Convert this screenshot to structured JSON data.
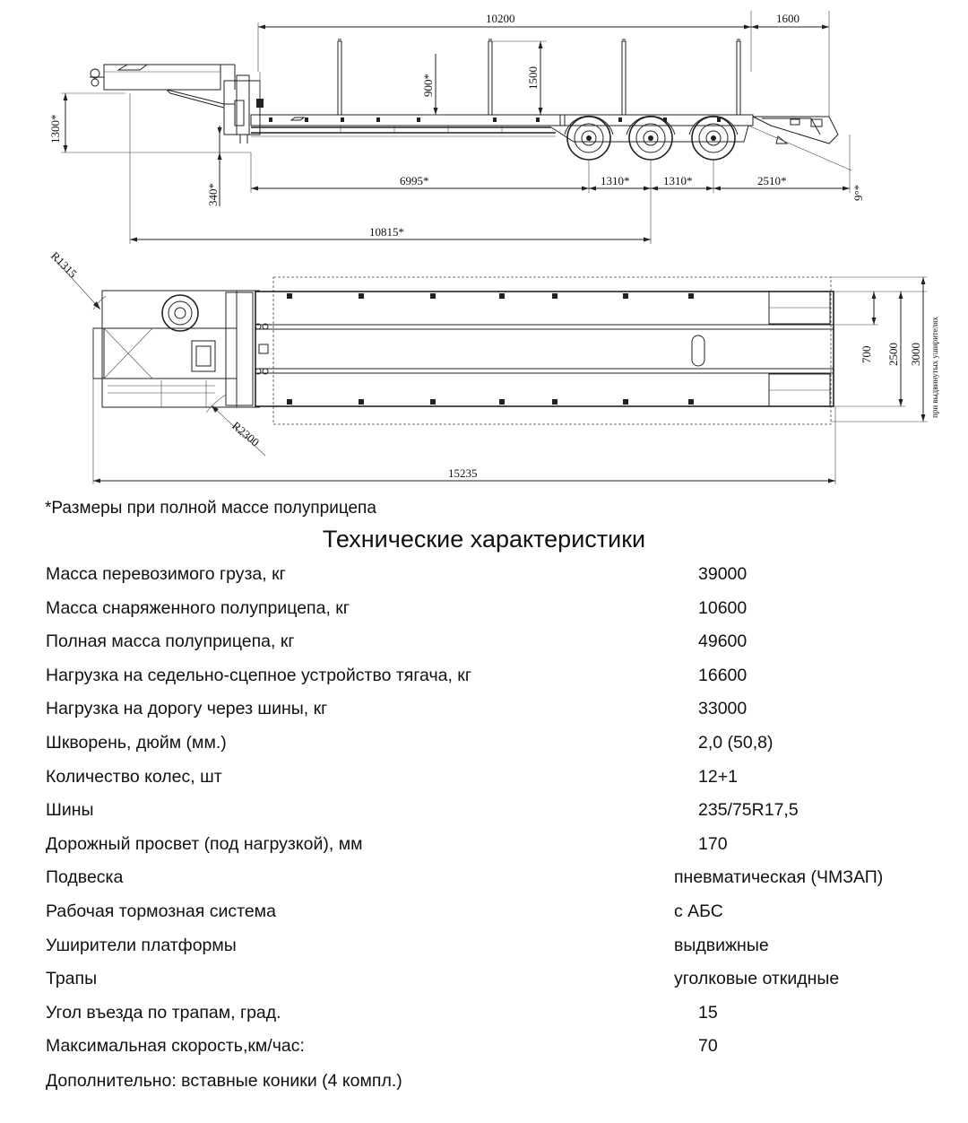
{
  "drawing": {
    "side_view": {
      "dim_overall_platform": "10200",
      "dim_rear_overhang_top": "1600",
      "dim_height_total": "1300*",
      "dim_stake_900": "900*",
      "dim_stake_1500": "1500",
      "dim_deck_height": "340*",
      "dim_deck_length": "6995*",
      "dim_axle_spacing_1": "1310*",
      "dim_axle_spacing_2": "1310*",
      "dim_rear_overhang": "2510*",
      "dim_ramp_angle": "9°*",
      "dim_kingpin_to_axle": "10815*"
    },
    "top_view": {
      "dim_front_radius": "R1315",
      "dim_swing_radius": "R2300",
      "dim_overall_length": "15235",
      "dim_width_700": "700",
      "dim_width_2500": "2500",
      "dim_width_3000": "3000",
      "note_extended_wideners": "при выдвинутых уширителях"
    }
  },
  "note": "*Размеры при полной массе полуприцепа",
  "specs_title": "Технические характеристики",
  "specs": [
    {
      "label": "Масса перевозимого груза, кг",
      "value": "39000"
    },
    {
      "label": "Масса снаряженного полуприцепа, кг",
      "value": "10600"
    },
    {
      "label": "Полная масса полуприцепа, кг",
      "value": "49600"
    },
    {
      "label": "Нагрузка на седельно-сцепное устройство тягача, кг",
      "value": "16600"
    },
    {
      "label": "Нагрузка на дорогу через шины, кг",
      "value": "33000"
    },
    {
      "label": "Шкворень, дюйм (мм.)",
      "value": "2,0 (50,8)"
    },
    {
      "label": "Количество колес, шт",
      "value": "12+1"
    },
    {
      "label": "Шины",
      "value": "235/75R17,5"
    },
    {
      "label": "Дорожный просвет (под нагрузкой), мм",
      "value": "170"
    },
    {
      "label": "Подвеска",
      "value": "пневматическая (ЧМЗАП)"
    },
    {
      "label": "Рабочая тормозная система",
      "value": "с АБС"
    },
    {
      "label": "Уширители платформы",
      "value": "выдвижные"
    },
    {
      "label": "Трапы",
      "value": "уголковые откидные"
    },
    {
      "label": "Угол въезда по трапам, град.",
      "value": "15"
    },
    {
      "label": "Максимальная скорость,км/час:",
      "value": "70"
    }
  ],
  "extra": "Дополнительно: вставные коники (4 компл.)"
}
